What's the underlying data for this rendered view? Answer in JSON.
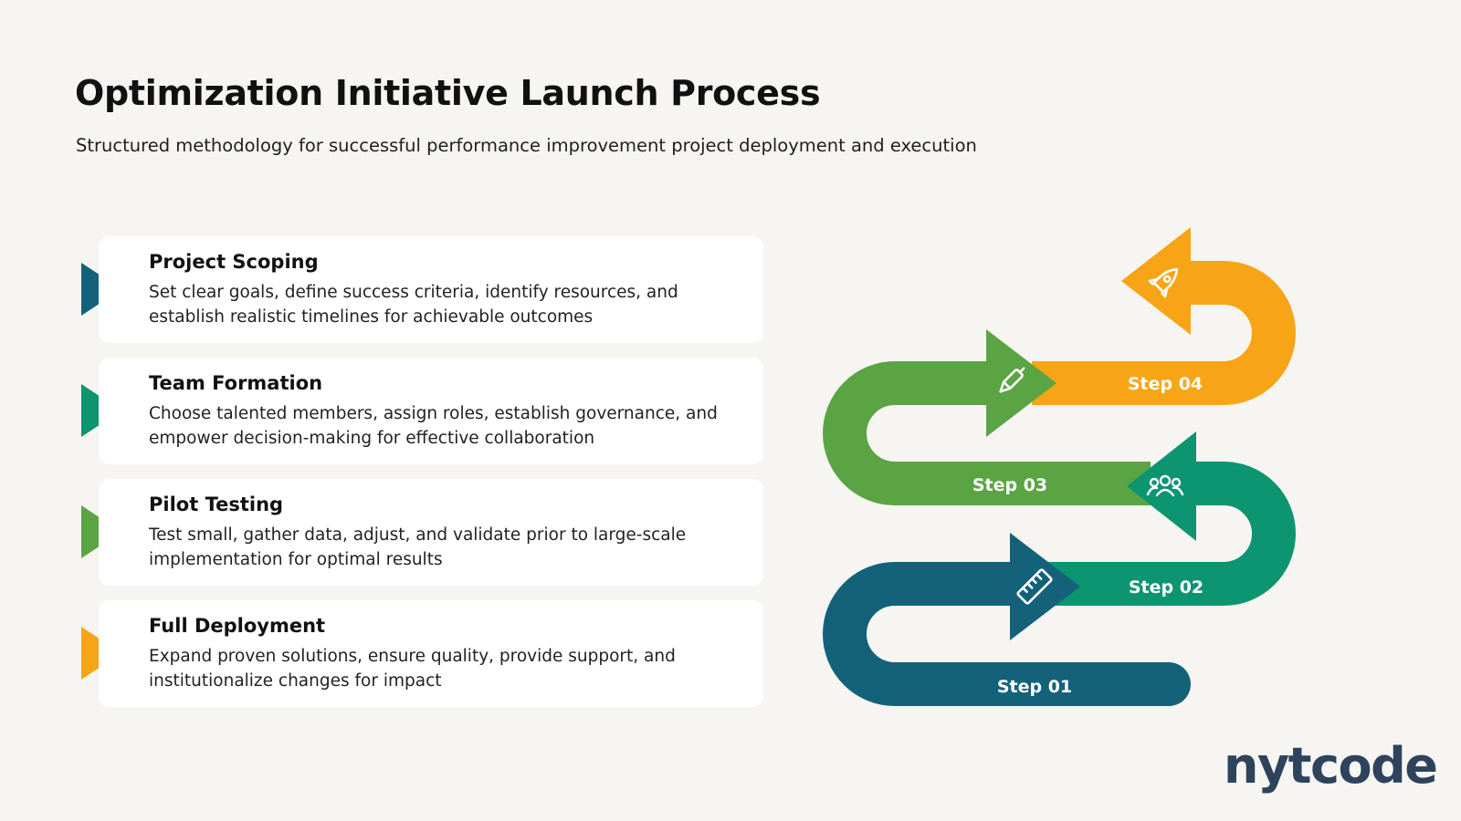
{
  "header": {
    "title": "Optimization Initiative Launch Process",
    "subtitle": "Structured methodology for successful performance improvement project deployment and execution"
  },
  "steps": [
    {
      "title": "Project Scoping",
      "description": "Set clear goals, define success criteria, identify resources, and establish realistic timelines for achievable outcomes",
      "color": "#14627a"
    },
    {
      "title": "Team Formation",
      "description": "Choose talented members, assign roles, establish governance, and empower decision-making for effective collaboration",
      "color": "#0d9470"
    },
    {
      "title": "Pilot Testing",
      "description": "Test small, gather data, adjust, and validate prior to large-scale implementation for optimal results",
      "color": "#5ba444"
    },
    {
      "title": "Full Deployment",
      "description": "Expand proven solutions, ensure quality, provide support, and institutionalize changes for impact",
      "color": "#f7a516"
    }
  ],
  "diagram": {
    "labels": [
      "Step 01",
      "Step 02",
      "Step 03",
      "Step 04"
    ],
    "icons": [
      "ruler-icon",
      "team-icon",
      "pen-icon",
      "rocket-icon"
    ],
    "colors": [
      "#14627a",
      "#0d9470",
      "#5ba444",
      "#f7a516"
    ]
  },
  "logo": {
    "text": "nytcode"
  }
}
